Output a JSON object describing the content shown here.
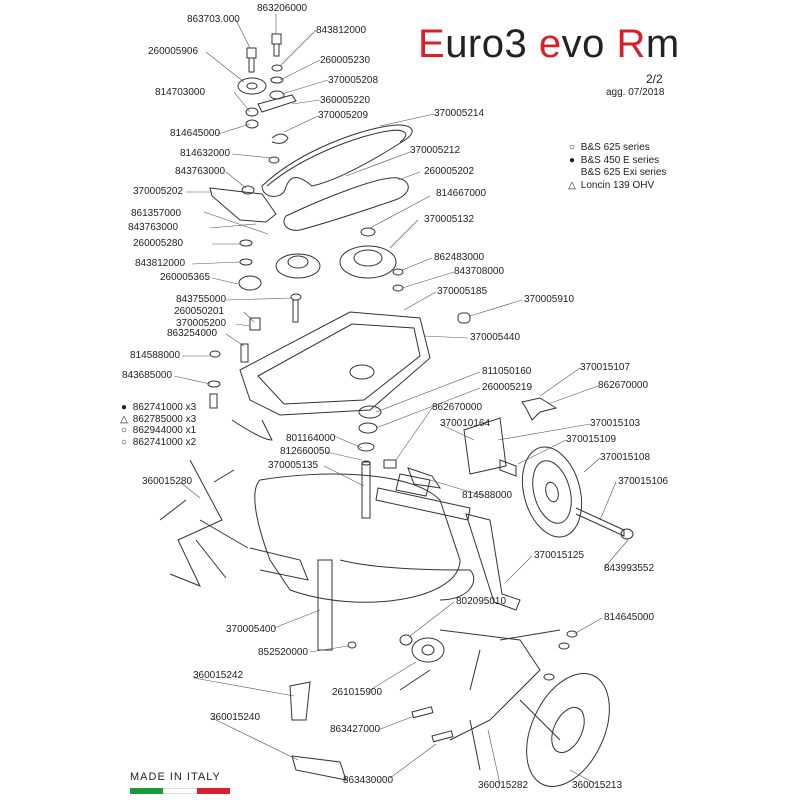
{
  "header": {
    "title_parts": [
      {
        "text": "E",
        "color": "#d8202a"
      },
      {
        "text": "uro3 ",
        "color": "#222222"
      },
      {
        "text": "e",
        "color": "#d8202a"
      },
      {
        "text": "vo ",
        "color": "#222222"
      },
      {
        "text": "R",
        "color": "#d8202a"
      },
      {
        "text": "m",
        "color": "#222222"
      }
    ],
    "page": "2/2",
    "revision": "agg. 07/2018"
  },
  "legend": [
    {
      "symbol": "○",
      "text": "B&S 625 series"
    },
    {
      "symbol": "●",
      "text": "B&S 450 E series"
    },
    {
      "symbol": "",
      "text": "B&S 625 Exi series"
    },
    {
      "symbol": "△",
      "text": "Loncin 139 OHV"
    }
  ],
  "kit": [
    {
      "symbol": "●",
      "text": "862741000 x3"
    },
    {
      "symbol": "△",
      "text": "862785000 x3"
    },
    {
      "symbol": "○",
      "text": "862944000 x1"
    },
    {
      "symbol": "○",
      "text": "862741000 x2"
    }
  ],
  "footer": {
    "made_in": "MADE IN ITALY",
    "flag_colors": [
      "#1a9a3c",
      "#ffffff",
      "#d8202a"
    ]
  },
  "parts": [
    "863206000",
    "863703.000",
    "843812000",
    "260005906",
    "260005230",
    "370005208",
    "814703000",
    "360005220",
    "370005209",
    "370005214",
    "814645000",
    "814632000",
    "370005212",
    "843763000",
    "260005202",
    "370005202",
    "814667000",
    "861357000",
    "370005132",
    "843763000",
    "260005280",
    "862483000",
    "843812000",
    "843708000",
    "260005365",
    "370005185",
    "843755000",
    "370005910",
    "260050201",
    "370005200",
    "370005440",
    "863254000",
    "814588000",
    "843685000",
    "811050160",
    "260005219",
    "370015107",
    "862670000",
    "862670000",
    "370015103",
    "370010164",
    "370015109",
    "801164000",
    "812660050",
    "370005135",
    "370015108",
    "360015280",
    "814588000",
    "370015106",
    "843993552",
    "370015125",
    "802095010",
    "814645000",
    "370005400",
    "852520000",
    "261015900",
    "360015242",
    "360015240",
    "863427000",
    "863430000",
    "360015282",
    "360015213"
  ]
}
